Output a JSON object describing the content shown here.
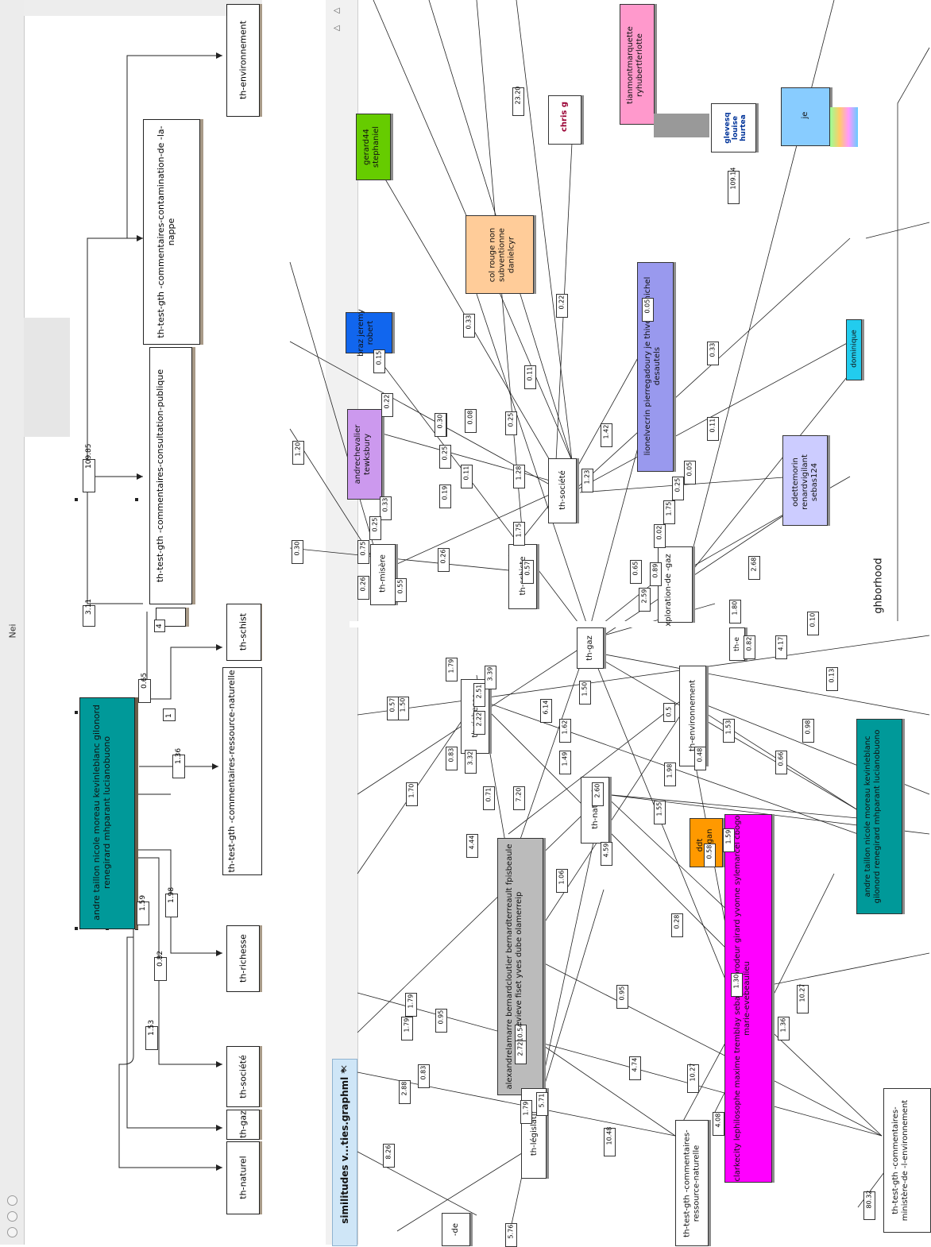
{
  "window": {
    "title": "Nei",
    "tab_title": "similitudes v...ties.graphml *",
    "tab_close": "×",
    "scroll_up": "◁",
    "scroll_down": "◁"
  },
  "left_graph": {
    "center_node": "andre taillon nicole moreau kevinleblanc gilonord renegirard mhparant lucianobuono",
    "nodes": [
      {
        "label": "th-naturel"
      },
      {
        "label": "th-gaz"
      },
      {
        "label": "th-société"
      },
      {
        "label": "th-richesse"
      },
      {
        "label": "th-test-gth -commentaires-ressource-naturelle"
      },
      {
        "label": "th-schist"
      },
      {
        "label": "th-test-gth -commentaires-consultation-publique"
      },
      {
        "label": "th-test-gth -commentaires-contamination-de -la-nappe"
      },
      {
        "label": "th-environnement"
      }
    ],
    "edge_labels": [
      "1.59",
      "1.53",
      "0.82",
      "1.98",
      "1.36",
      "1",
      "0.65",
      "109.85",
      "3.11",
      "4"
    ]
  },
  "right_graph": {
    "author_nodes": [
      {
        "label": "gerard44 stephaniel",
        "color": "#66cc00"
      },
      {
        "label": "col rouge non subventionne danielcyr",
        "color": "#ffcc99"
      },
      {
        "label": "chris g",
        "color": "#ffffff"
      },
      {
        "label": "tianmontmarquette ryhubertferlotte",
        "color": "#ff99cc"
      },
      {
        "label": "glevesq louise hurtea",
        "color": "#ffffff"
      },
      {
        "label": "je",
        "color": "#88ccff"
      },
      {
        "label": "braz jeremy robert",
        "color": "#1166ee"
      },
      {
        "label": "andrechevalier tewksbury",
        "color": "#cc99ee"
      },
      {
        "label": "lionelvecrin pierregadoury je thiverge michel desautels",
        "color": "#9999ee"
      },
      {
        "label": "odettemorin renardvigilant sebas124",
        "color": "#ccccff"
      },
      {
        "label": "dominique",
        "color": "#22ccee"
      },
      {
        "label": "alexandrelamarre bernardcloutier bernardterreault fpisbeaule genevieve fiset yves dube olamerreip",
        "color": "#bbbbbb"
      },
      {
        "label": "ddt royegan",
        "color": "#ff9900"
      },
      {
        "label": "clarkecity lephilosophe maxime tremblay sebastienbrodeur girard yvonne sylemarcel cbogo marie-evebeaulieu",
        "color": "#ff00ff"
      },
      {
        "label": "andre taillon nicole moreau kevinleblanc gilonord renegirard mhparant lucianobuono",
        "color": "#009999"
      }
    ],
    "theme_nodes": [
      "th-misère",
      "th-schiste",
      "th-société",
      "xploration-de -gaz",
      "th-gaz",
      "th-richesse",
      "th-environnement",
      "th-naturel",
      "th-législatif",
      "th-test-gth -commentaires-ressource-naturelle",
      "th-test-gth -commentaires-ministère-de -l-environnement",
      "th-e",
      "-de",
      "ghborhood"
    ],
    "edge_labels": [
      "23.20",
      "109.14",
      "0.33",
      "0.22",
      "0.11",
      "0.08",
      "0.25",
      "0.05",
      "1.42",
      "1.23",
      "1.20",
      "0.30",
      "0.25",
      "0.19",
      "0.11",
      "1.28",
      "0.15",
      "0.22",
      "0.30",
      "0.33",
      "0.33",
      "0.11",
      "0.25",
      "0.05",
      "1.75",
      "0.02",
      "0.25",
      "0.30",
      "0.26",
      "0.55",
      "0.75",
      "0.26",
      "1.75",
      "0.57",
      "0.65",
      "0.89",
      "2.59",
      "2.68",
      "1.80",
      "0.82",
      "4.17",
      "0.10",
      "1.79",
      "1.50",
      "0.57",
      "3.39",
      "2.22",
      "3.32",
      "0.83",
      "2.51",
      "1.50",
      "1.79",
      "6.14",
      "1.62",
      "1.49",
      "7.20",
      "0.71",
      "1.70",
      "4.44",
      "2.60",
      "1.06",
      "4.59",
      "1.55",
      "1.98",
      "0.5",
      "0.48",
      "1.53",
      "0.66",
      "0.98",
      "0.13",
      "1.59",
      "0.28",
      "0.95",
      "1.79",
      "0.95",
      "10.54",
      "2.72",
      "1.79",
      "5.71",
      "4.74",
      "10.27",
      "4.08",
      "1.30",
      "1.36",
      "10.27",
      "10.48",
      "2.88",
      "0.83",
      "8.26",
      "80.32",
      "5.76",
      "0.58"
    ]
  }
}
